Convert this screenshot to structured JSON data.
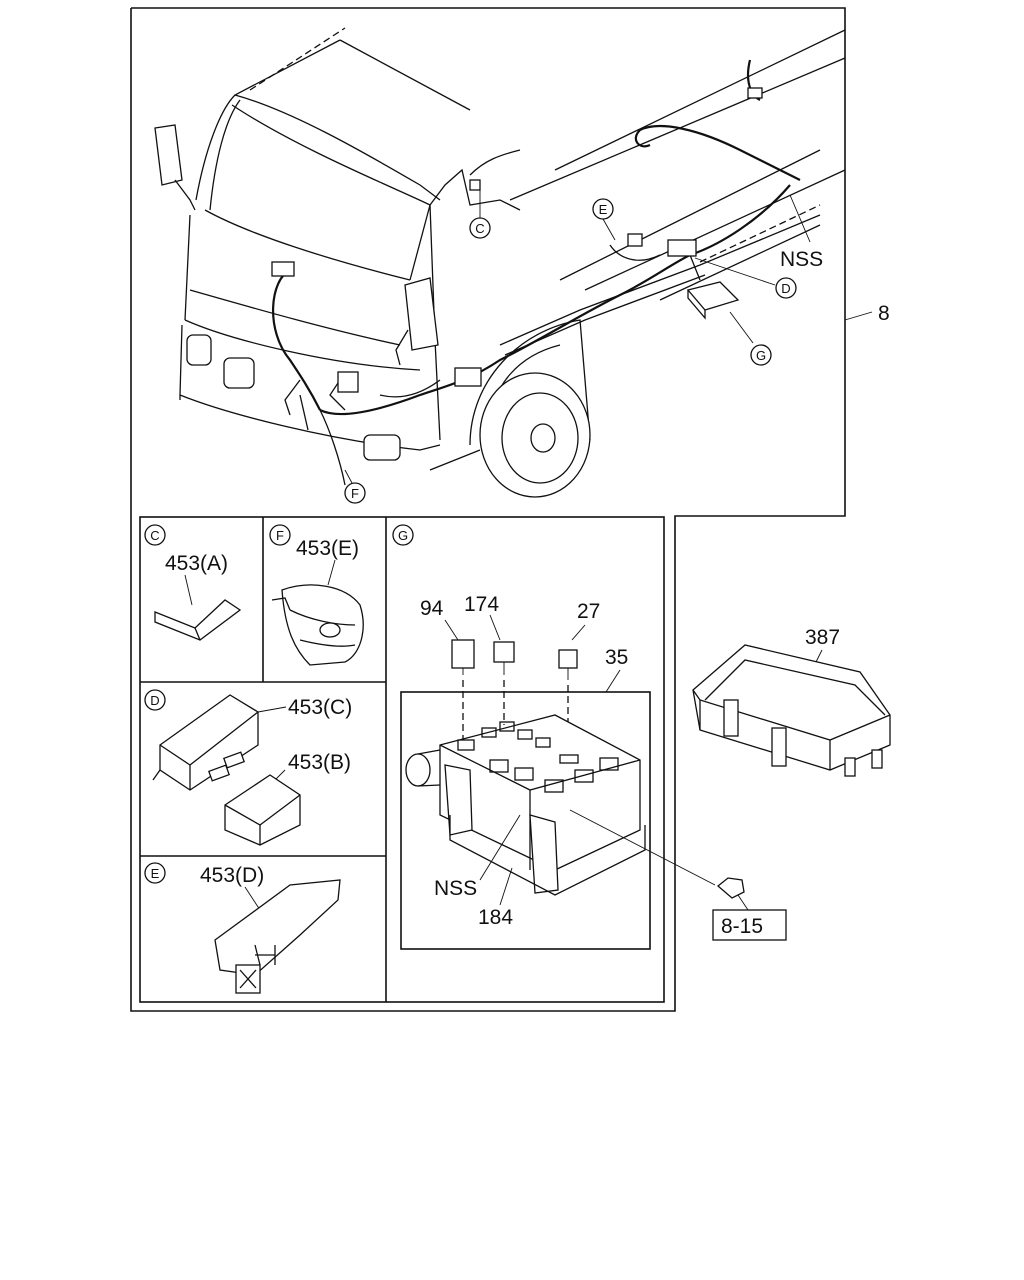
{
  "callouts": {
    "C": "C",
    "D": "D",
    "E": "E",
    "F": "F",
    "G": "G"
  },
  "labels": {
    "nss_main": "NSS",
    "assy": "8",
    "part_453a": "453(A)",
    "part_453e": "453(E)",
    "part_453c": "453(C)",
    "part_453b": "453(B)",
    "part_453d": "453(D)",
    "part_94": "94",
    "part_174": "174",
    "part_27": "27",
    "part_35": "35",
    "part_387": "387",
    "nss_box": "NSS",
    "part_184": "184",
    "ref_box": "8-15"
  }
}
